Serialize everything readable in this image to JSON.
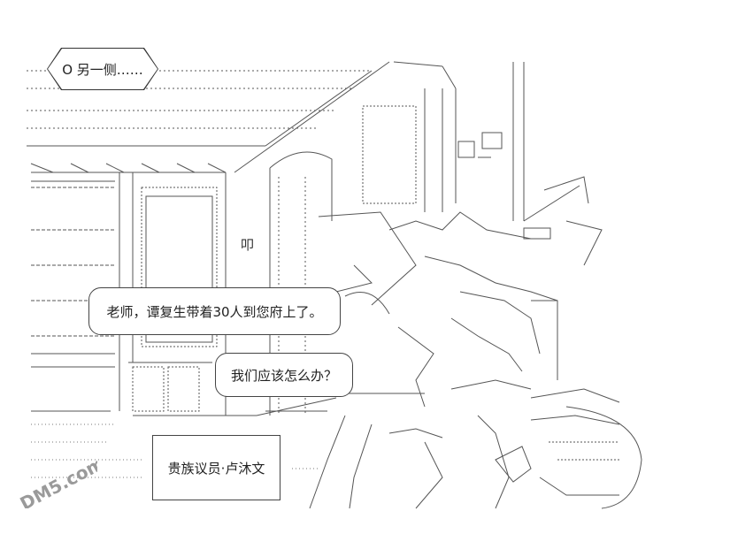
{
  "bubbles": {
    "other_side": "O 另一侧……",
    "report": "老师，谭复生带着30人到您府上了。",
    "question": "我们应该怎么办？"
  },
  "caption": {
    "name": "贵族议员·卢沐文"
  },
  "sign": {
    "text": "叩"
  },
  "watermark": {
    "text": "DM5.com"
  },
  "colors": {
    "ink": "#555555",
    "paper": "#ffffff",
    "watermark": "#9a9a9a"
  }
}
